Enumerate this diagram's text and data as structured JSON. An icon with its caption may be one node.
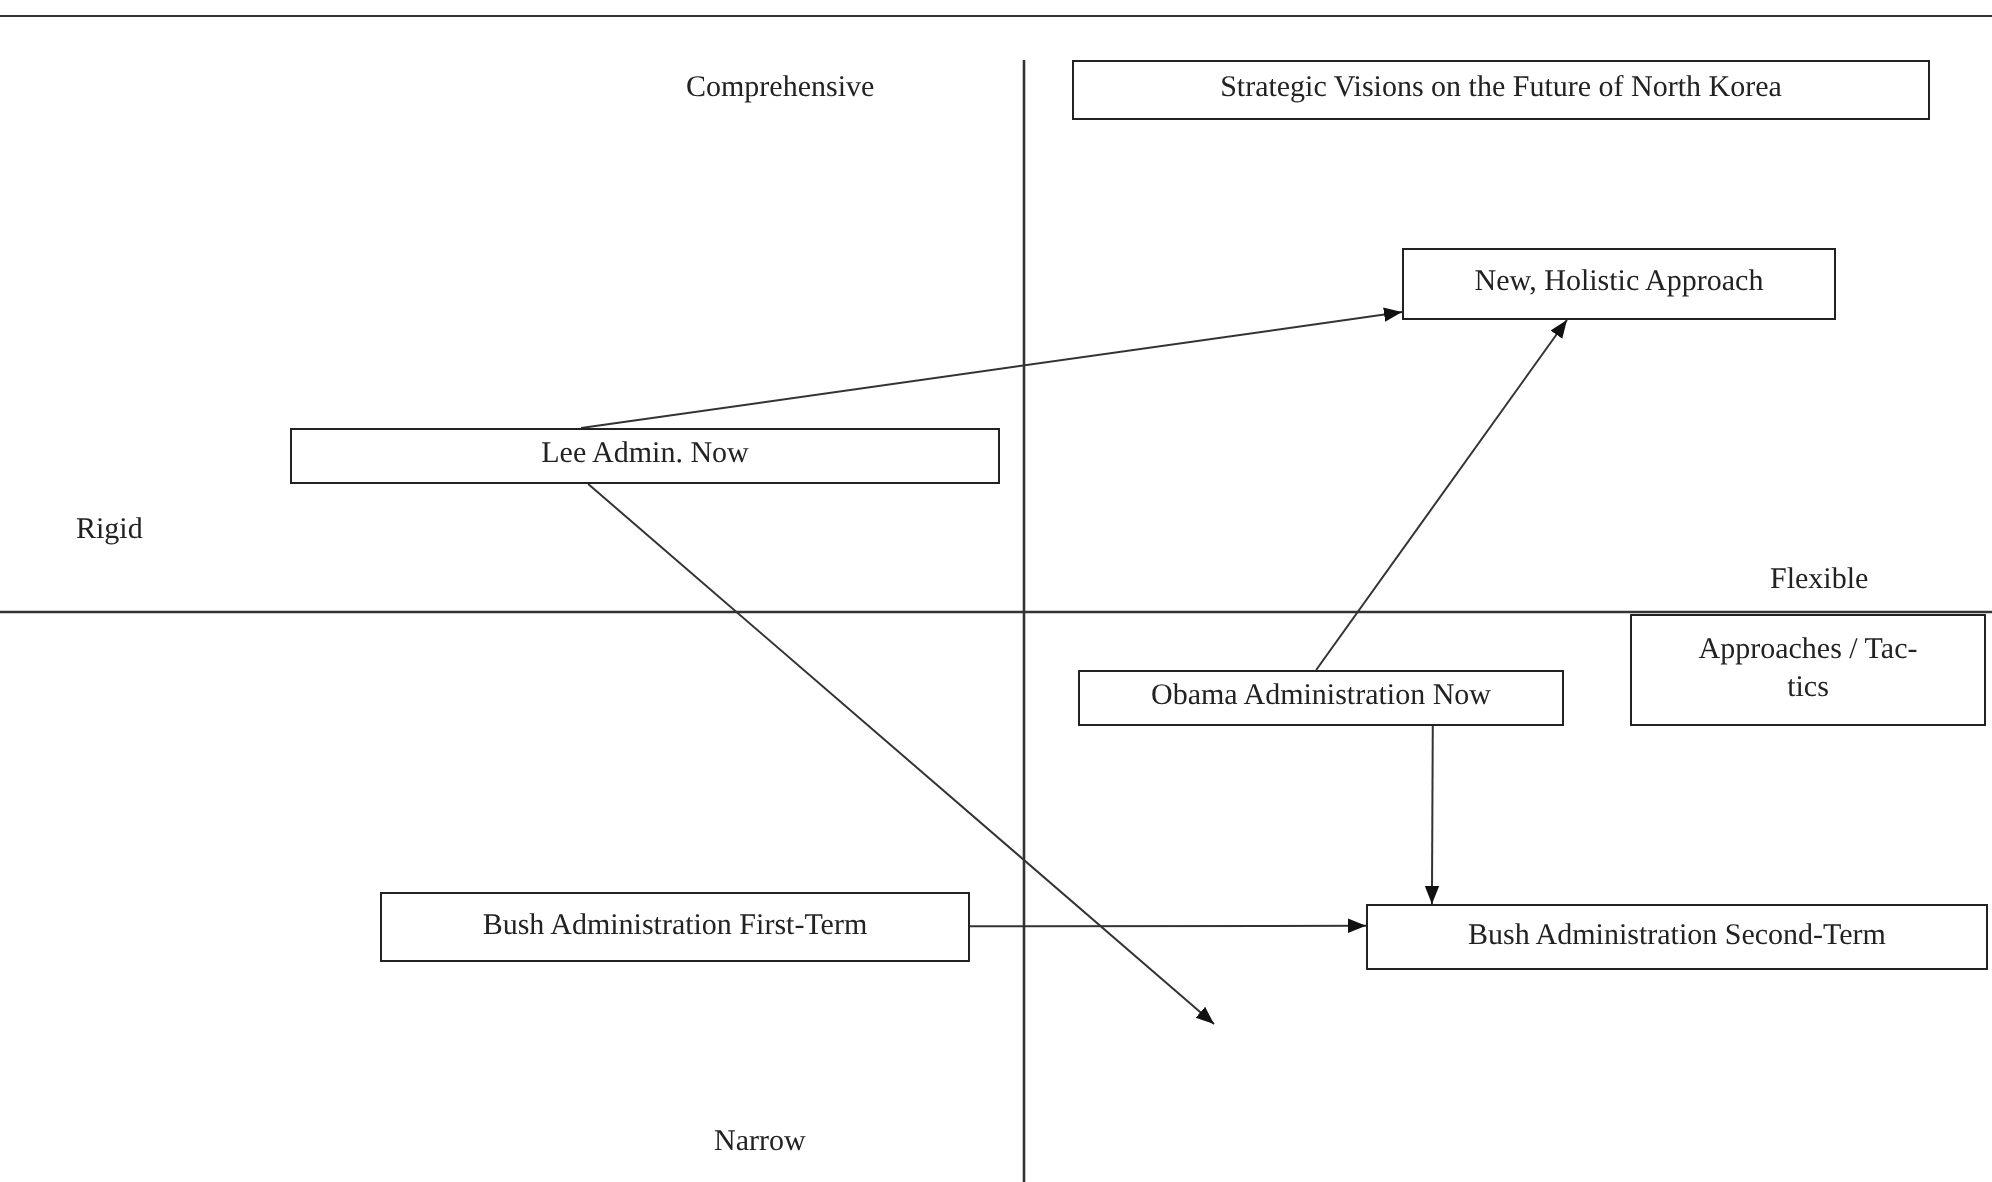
{
  "diagram": {
    "nodes": [
      {
        "text": [
          "Strategic Visions on the Future of North Korea"
        ]
      },
      {
        "text": [
          "New, Holistic Approach"
        ]
      },
      {
        "text": [
          "Lee Admin. Now"
        ]
      },
      {
        "text": [
          "Approaches / Tac- tics"
        ]
      },
      {
        "text": [
          "Obama Administration Now"
        ]
      },
      {
        "text": [
          "Bush Administration First-Term"
        ]
      },
      {
        "text": [
          "Bush Administration Second-Term"
        ]
      }
    ],
    "edges": [
      {
        "from": 2,
        "to": 1,
        "arrow": "to"
      },
      {
        "from": 2,
        "to": null,
        "arrow": "to"
      },
      {
        "from": 4,
        "to": 1,
        "arrow": "to"
      },
      {
        "from": 4,
        "to": 6,
        "arrow": "to"
      },
      {
        "from": 5,
        "to": 6,
        "arrow": "to"
      }
    ],
    "labels": [
      "Comprehensive",
      "Rigid",
      "Flexible",
      "Narrow"
    ]
  }
}
